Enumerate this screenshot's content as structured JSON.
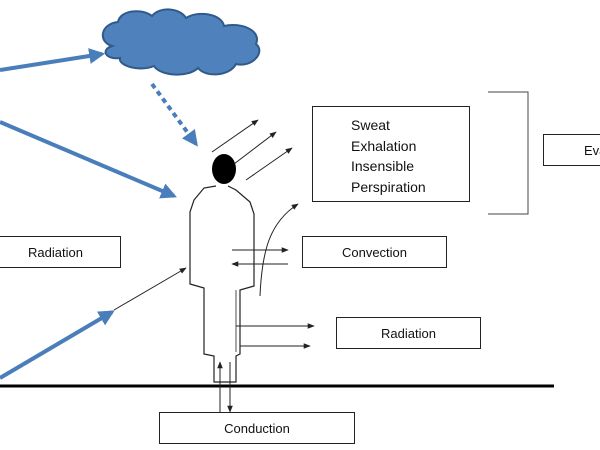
{
  "labels": {
    "evaporation_list": [
      "Sweat",
      "Exhalation",
      "Insensible",
      "Perspiration"
    ],
    "evaporation": "Eva",
    "radiation_left": "Radiation",
    "convection": "Convection",
    "radiation_right": "Radiation",
    "conduction": "Conduction"
  },
  "colors": {
    "cloud_fill": "#4f81bd",
    "cloud_stroke": "#2f5a8a",
    "sun_arrow": "#4a7ebb",
    "ink": "#222222",
    "head": "#000000"
  }
}
